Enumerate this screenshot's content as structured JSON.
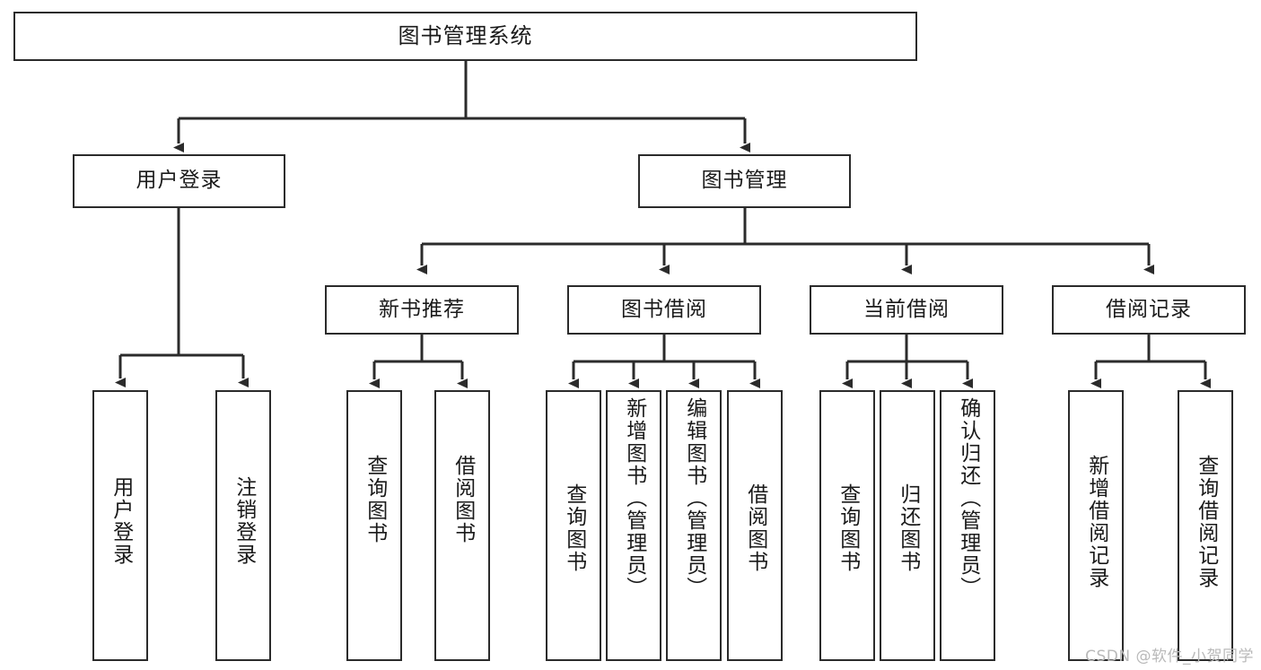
{
  "diagram": {
    "type": "tree",
    "title": "图书管理系统",
    "root": {
      "id": "root",
      "label": "图书管理系统"
    },
    "level2": [
      {
        "id": "user-login",
        "label": "用户登录"
      },
      {
        "id": "book-manage",
        "label": "图书管理"
      }
    ],
    "level3": [
      {
        "id": "new-book-rec",
        "label": "新书推荐"
      },
      {
        "id": "book-borrow",
        "label": "图书借阅"
      },
      {
        "id": "current-borrow",
        "label": "当前借阅"
      },
      {
        "id": "borrow-record",
        "label": "借阅记录"
      }
    ],
    "leaves": {
      "user_login": [
        {
          "id": "leaf-user-login",
          "label": "用户登录"
        },
        {
          "id": "leaf-logout",
          "label": "注销登录"
        }
      ],
      "new_book_rec": [
        {
          "id": "leaf-query-book-1",
          "label": "查询图书"
        },
        {
          "id": "leaf-borrow-book-1",
          "label": "借阅图书"
        }
      ],
      "book_borrow": [
        {
          "id": "leaf-query-book-2",
          "label": "查询图书"
        },
        {
          "id": "leaf-add-book",
          "label": "新增图书（管理员）"
        },
        {
          "id": "leaf-edit-book",
          "label": "编辑图书（管理员）"
        },
        {
          "id": "leaf-borrow-book-2",
          "label": "借阅图书"
        }
      ],
      "current_borrow": [
        {
          "id": "leaf-query-book-3",
          "label": "查询图书"
        },
        {
          "id": "leaf-return-book",
          "label": "归还图书"
        },
        {
          "id": "leaf-confirm-return",
          "label": "确认归还（管理员）"
        }
      ],
      "borrow_record": [
        {
          "id": "leaf-add-record",
          "label": "新增借阅记录"
        },
        {
          "id": "leaf-query-record",
          "label": "查询借阅记录"
        }
      ]
    }
  },
  "watermark": {
    "text": "CSDN @软件_小贺同学"
  },
  "colors": {
    "stroke": "#2b2b2b",
    "background": "#ffffff",
    "text": "#1a1a1a",
    "watermark": "#b9b9b9"
  }
}
